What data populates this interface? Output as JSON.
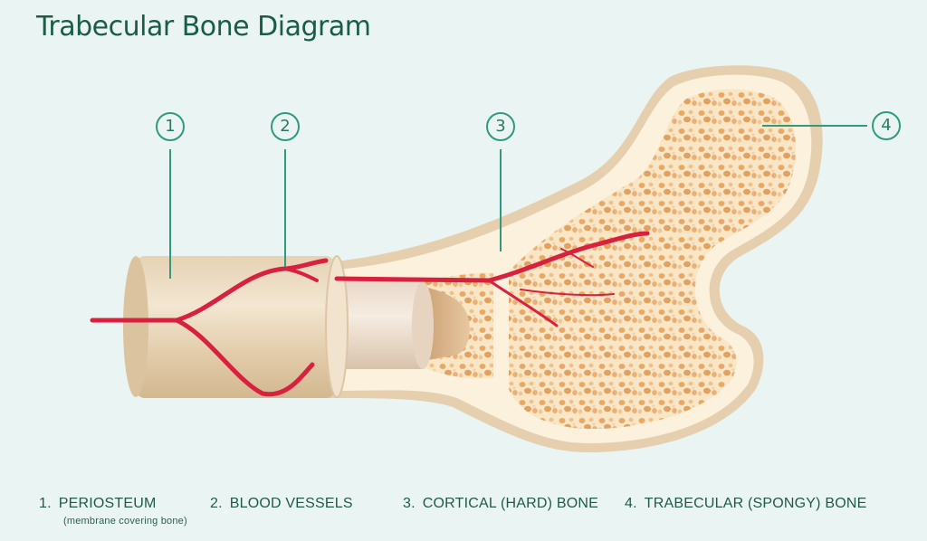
{
  "title": "Trabecular Bone Diagram",
  "colors": {
    "background": "#eaf5f3",
    "title": "#1a5c45",
    "callout": "#2f9a7e",
    "bone_outer": "#e8d3b5",
    "cortical": "#fbf1dc",
    "spongy": "#f0c998",
    "vessel": "#d8203f"
  },
  "callouts": [
    {
      "number": "1",
      "target": "periosteum"
    },
    {
      "number": "2",
      "target": "blood-vessels"
    },
    {
      "number": "3",
      "target": "cortical-bone"
    },
    {
      "number": "4",
      "target": "trabecular-bone"
    }
  ],
  "legend": [
    {
      "number": "1.",
      "label": "PERIOSTEUM",
      "sublabel": "(membrane covering bone)"
    },
    {
      "number": "2.",
      "label": "BLOOD VESSELS"
    },
    {
      "number": "3.",
      "label": "CORTICAL (HARD) BONE"
    },
    {
      "number": "4.",
      "label": "TRABECULAR (SPONGY) BONE"
    }
  ]
}
